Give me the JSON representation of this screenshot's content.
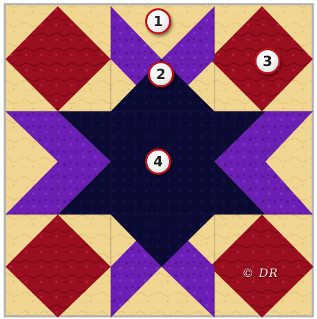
{
  "markers": [
    {
      "label": "1"
    },
    {
      "label": "2"
    },
    {
      "label": "3"
    },
    {
      "label": "4"
    }
  ],
  "signature": "© DR",
  "colors": {
    "background_cream": "#f0d690",
    "cream_dark": "#e2c277",
    "red_block": "#9a0e20",
    "red_dark": "#6e0614",
    "purple": "#6c1fb4",
    "purple_dark": "#4e1290",
    "navy_center": "#0b0a33",
    "frame": "#b0b0b0"
  },
  "icons": [
    "quilt-block-image",
    "number-marker-icon"
  ]
}
